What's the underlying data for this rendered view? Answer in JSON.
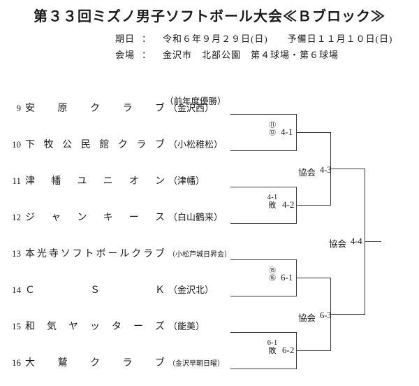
{
  "header": {
    "title": "第３３回ミズノ男子ソフトボール大会≪Ｂブロック≫",
    "date_label": "期日",
    "date_colon": "：",
    "date_value": "令和６年９月２９日(日)　　予備日１１月１０日(日)",
    "venue_label": "会場",
    "venue_colon": "：",
    "venue_value": "金沢市　北部公園　第４球場・第６球場"
  },
  "bracket": {
    "defending_champion_note": "（前年度優勝）",
    "teams": [
      {
        "no": "9",
        "name": "安原クラブ",
        "org": "（金沢西）"
      },
      {
        "no": "10",
        "name": "下牧公民館クラブ",
        "org": "（小松稚松）"
      },
      {
        "no": "11",
        "name": "津幡ユニオン",
        "org": "（津幡）"
      },
      {
        "no": "12",
        "name": "ジャンキース",
        "org": "（白山鶴来）"
      },
      {
        "no": "13",
        "name": "本光寺ソフトボールクラブ",
        "org": "（小松芦城日昇会）"
      },
      {
        "no": "14",
        "name": "ＣＳＫ",
        "org": "（金沢北）"
      },
      {
        "no": "15",
        "name": "和気ヤッターズ",
        "org": "（能美）"
      },
      {
        "no": "16",
        "name": "大鷲クラブ",
        "org": "（金沢早朝日曜）"
      }
    ],
    "matches": {
      "m41": {
        "umpire_top": "⑪",
        "umpire_bottom": "⑫",
        "label": "4-1"
      },
      "m42": {
        "umpire_prev": "4-1",
        "umpire_loser": "敗",
        "label": "4-2"
      },
      "m43": {
        "umpire": "協会",
        "label": "4-3"
      },
      "m61": {
        "umpire_top": "⑮",
        "umpire_bottom": "⑯",
        "label": "6-1"
      },
      "m62": {
        "umpire_prev": "6-1",
        "umpire_loser": "敗",
        "label": "6-2"
      },
      "m63": {
        "umpire": "協会",
        "label": "6-3"
      },
      "final": {
        "umpire": "協会",
        "label": "4-4"
      }
    }
  }
}
